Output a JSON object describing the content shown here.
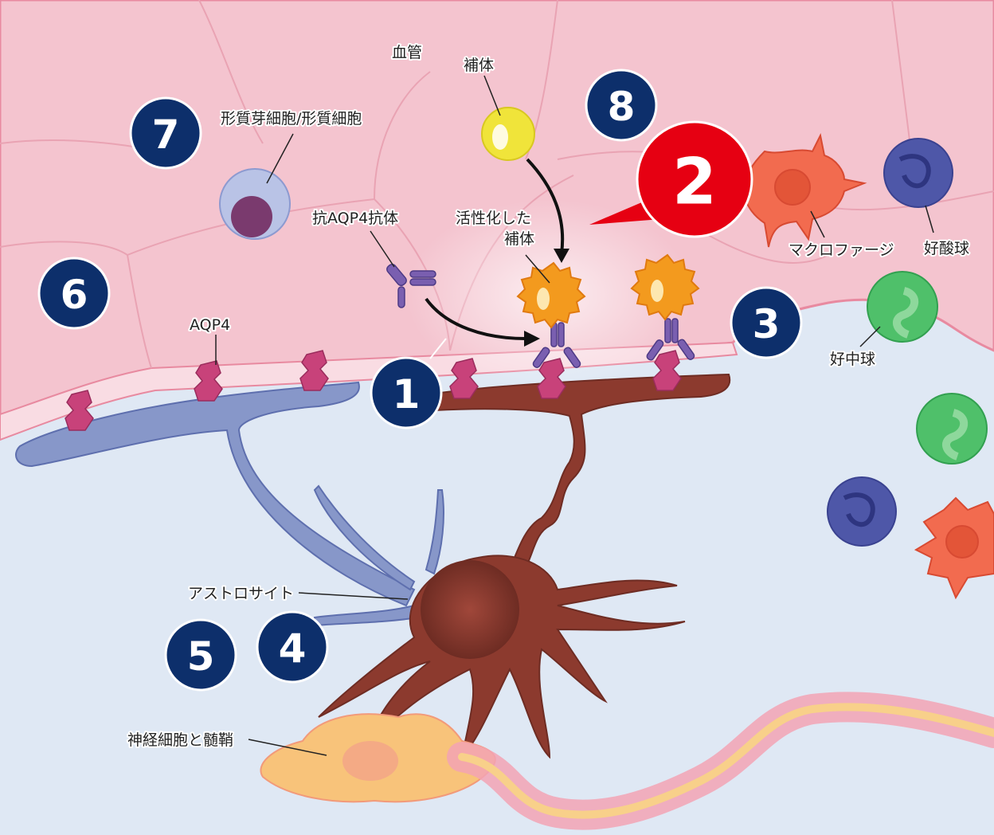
{
  "labels": {
    "vessel": "血管",
    "complement": "補体",
    "plasma_cell": "形質芽細胞/形質細胞",
    "anti_aqp4_antibody": "抗AQP4抗体",
    "activated_complement_line1": "活性化した",
    "activated_complement_line2": "補体",
    "macrophage": "マクロファージ",
    "eosinophil": "好酸球",
    "neutrophil": "好中球",
    "aqp4": "AQP4",
    "astrocyte": "アストロサイト",
    "neuron_myelin": "神経細胞と髄鞘"
  },
  "markers": [
    "1",
    "2",
    "3",
    "4",
    "5",
    "6",
    "7",
    "8"
  ],
  "colors": {
    "marker": "#0d2f6b",
    "marker_highlight": "#e60012",
    "vessel": "#f4c4cf",
    "tissue": "#dfe8f4",
    "astrocyte_end": "#7f8fc4",
    "astrocyte_body": "#8c3a2e",
    "complement": "#f0e43a",
    "activated_complement": "#f39a1e",
    "aqp4": "#c8427a",
    "antibody": "#7a5fb0",
    "macrophage": "#f26b4f",
    "eosinophil": "#4e57a8",
    "neutrophil": "#4fc06a"
  }
}
